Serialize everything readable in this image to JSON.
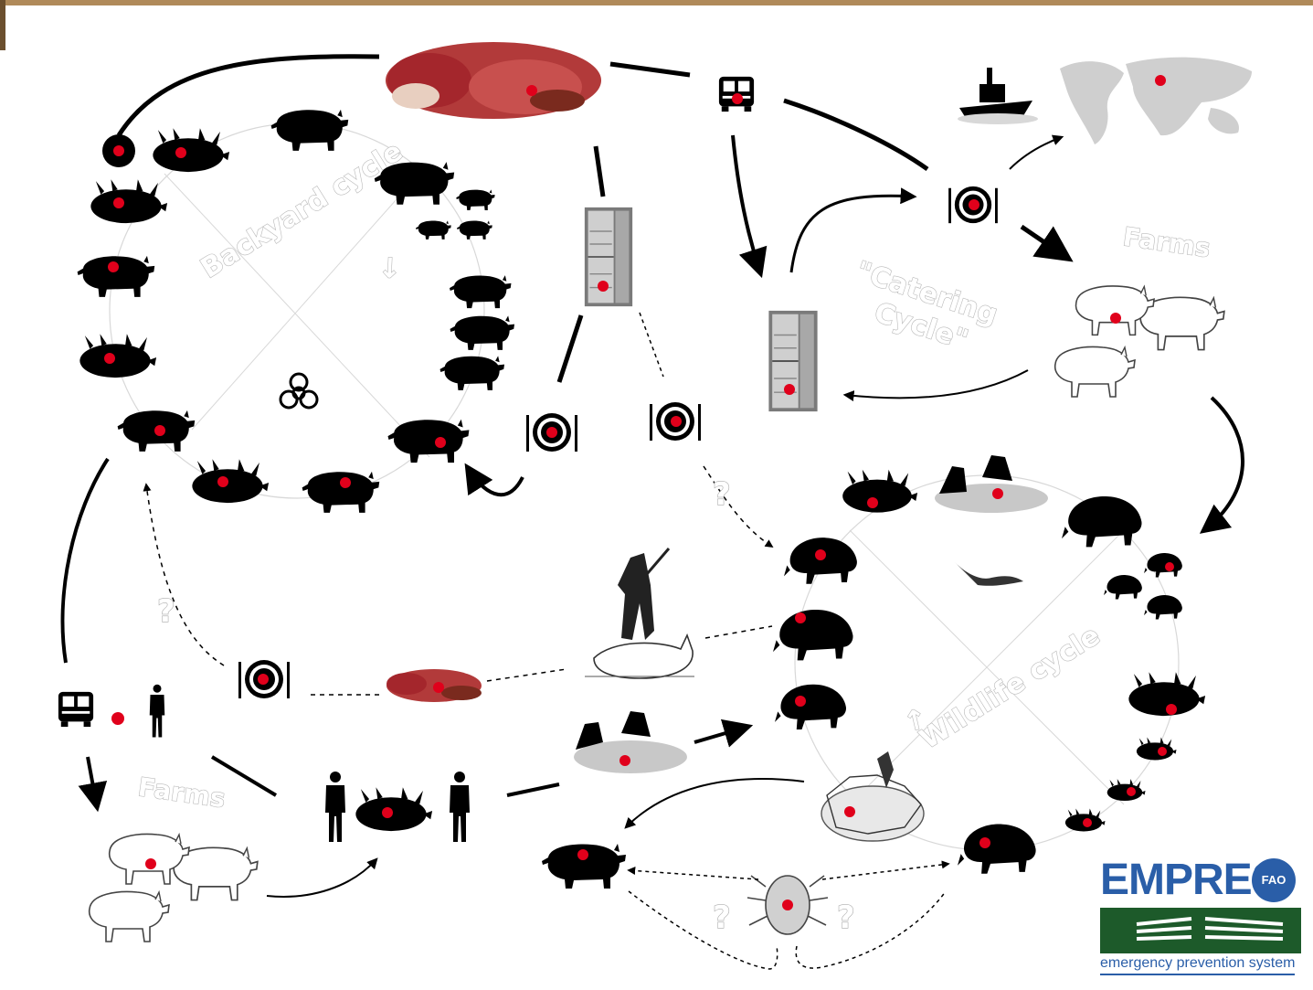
{
  "labels": {
    "backyard_cycle": "Backyard cycle",
    "catering_cycle_line1": "\"Catering",
    "catering_cycle_line2": "Cycle\"",
    "wildlife_cycle": "Wildlife cycle",
    "farms_right": "Farms",
    "farms_left": "Farms",
    "question_mark": "?"
  },
  "logo": {
    "title": "EMPRES",
    "badge": "FAO",
    "subtitle": "emergency prevention system"
  },
  "icons": {
    "pig": "pig-silhouette-icon",
    "dead_pig": "dead-pig-icon",
    "wild_boar": "wild-boar-icon",
    "meat": "meat-products-icon",
    "truck": "truck-icon",
    "fridge": "refrigerator-icon",
    "plate": "plate-cutlery-icon",
    "ship": "ship-icon",
    "world_map": "world-map-icon",
    "person": "person-icon",
    "hunter": "hunter-with-dog-icon",
    "crows": "crows-on-carcass-icon",
    "tick": "tick-icon",
    "bird": "bird-icon",
    "biohazard": "biohazard-icon",
    "farm_pigs": "farm-pigs-drawing-icon",
    "wild_boar_hunt": "boar-hunt-drawing-icon"
  },
  "colors": {
    "infection_dot": "#e0001b",
    "silhouette": "#000000",
    "logo_blue": "#2a5ea8",
    "logo_green": "#1d5a2a",
    "cycle_text_outline": "#b8b8b8"
  }
}
